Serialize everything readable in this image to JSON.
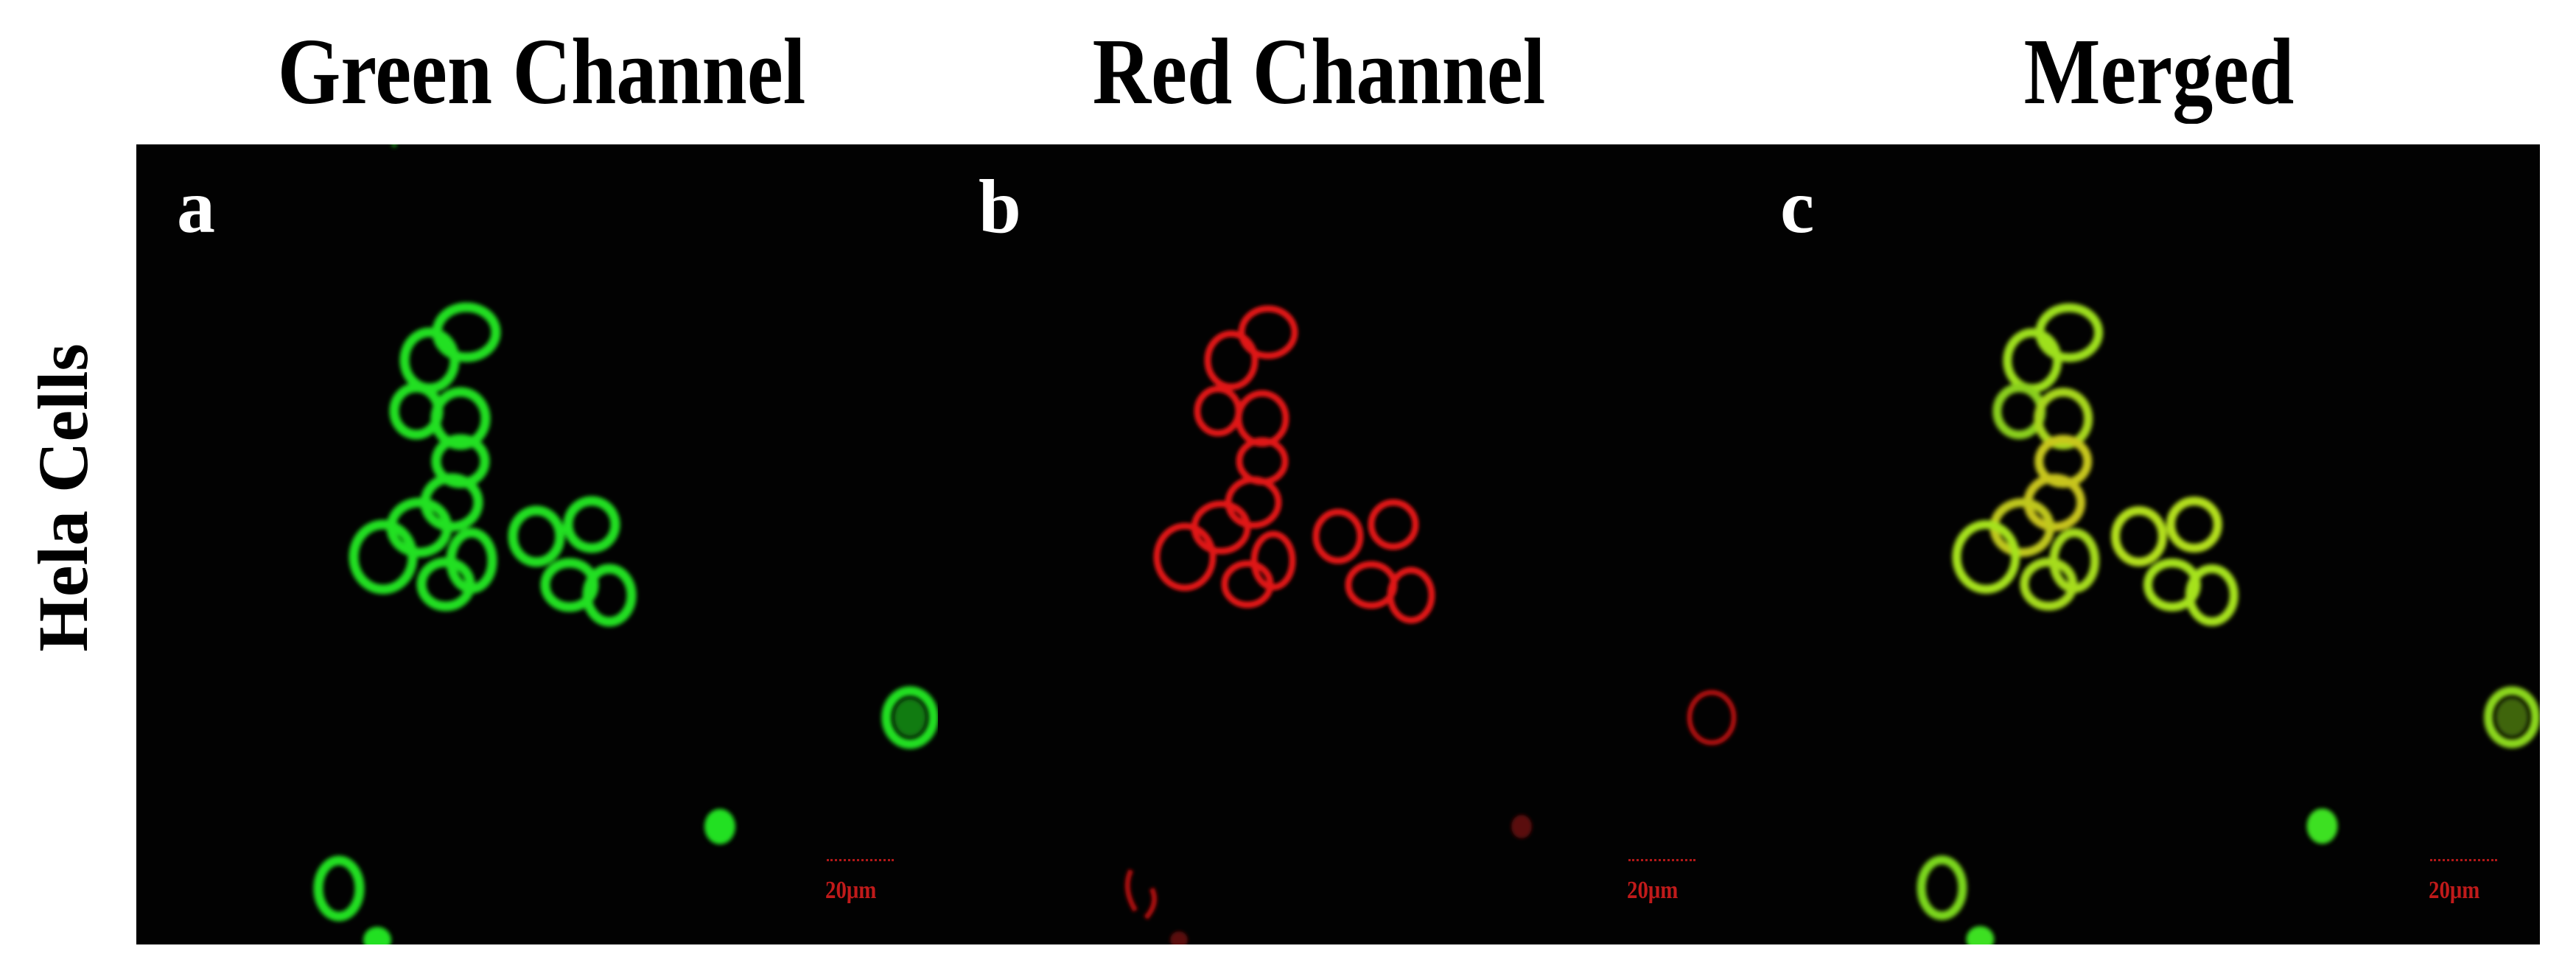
{
  "figure": {
    "column_titles": [
      "Green Channel",
      "Red Channel",
      "Merged"
    ],
    "row_label": "Hela Cells",
    "panels": [
      {
        "letter": "a",
        "channel": "green",
        "color": "#22e022",
        "glow": "#0c7a0c",
        "scale_bar": "20μm"
      },
      {
        "letter": "b",
        "channel": "red",
        "color": "#e01414",
        "glow": "#6a0808",
        "scale_bar": "20μm"
      },
      {
        "letter": "c",
        "channel": "merged",
        "color": "#a6e21e",
        "glow": "#c8c018",
        "scale_bar": "20μm"
      }
    ],
    "scale_bar_color": "#c01a1a",
    "background": "#000000"
  }
}
